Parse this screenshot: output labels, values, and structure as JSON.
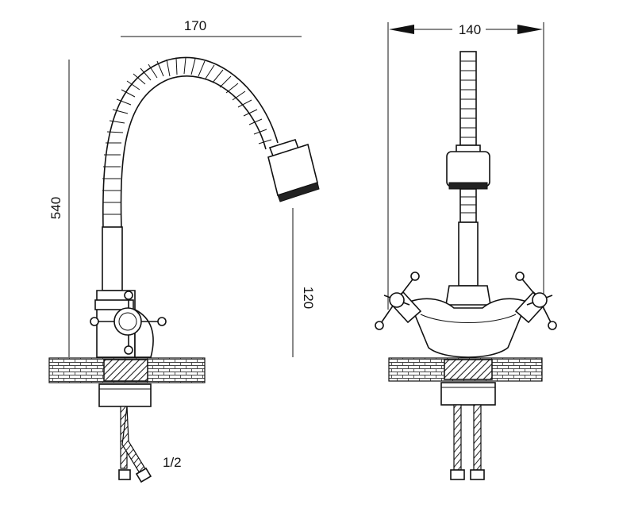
{
  "dimensions": {
    "width_side": "170",
    "height_total": "540",
    "spout_clearance": "120",
    "width_front": "140",
    "thread_size": "1/2"
  },
  "colors": {
    "line": "#111111",
    "background": "#ffffff"
  }
}
